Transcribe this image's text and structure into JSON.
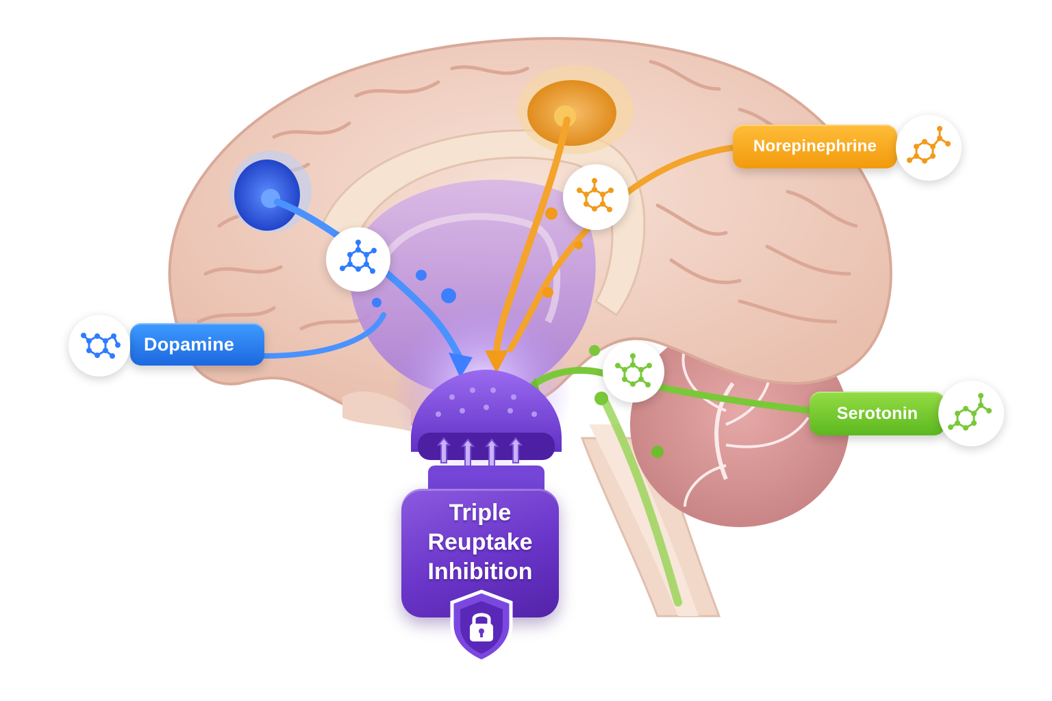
{
  "labels": {
    "dopamine": "Dopamine",
    "norepinephrine": "Norepinephrine",
    "serotonin": "Serotonin"
  },
  "center": {
    "line1": "Triple",
    "line2": "Reuptake",
    "line3": "Inhibition"
  },
  "colors": {
    "dopamine": "#2f80ff",
    "norepinephrine": "#f5a623",
    "serotonin": "#7ac83a",
    "inhibition": "#6a35c9",
    "brain": "#f2d2c4"
  },
  "icons": {
    "molecule": "molecule-icon",
    "shield": "shield-lock-icon"
  }
}
